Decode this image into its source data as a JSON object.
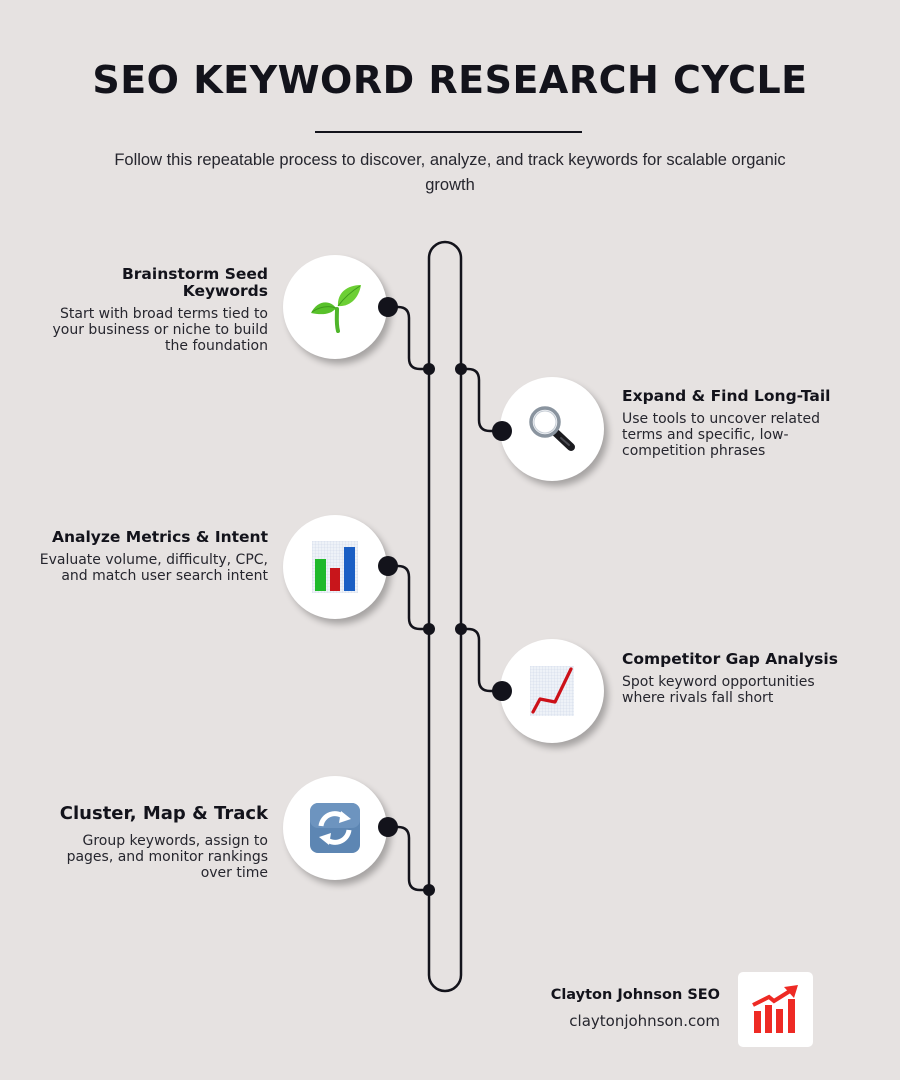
{
  "header": {
    "title": "SEO KEYWORD RESEARCH CYCLE",
    "subtitle": "Follow this repeatable process to discover, analyze, and track keywords for scalable organic growth"
  },
  "steps": [
    {
      "title": "Brainstorm Seed Keywords",
      "description": "Start with broad terms tied to your business or niche to build the foundation",
      "icon": "seedling-icon",
      "side": "left"
    },
    {
      "title": "Expand & Find Long-Tail",
      "description": "Use tools to uncover related terms and specific, low-competition phrases",
      "icon": "magnifying-glass-icon",
      "side": "right"
    },
    {
      "title": "Analyze Metrics & Intent",
      "description": "Evaluate volume, difficulty, CPC, and match user search intent",
      "icon": "bar-chart-icon",
      "side": "left"
    },
    {
      "title": "Competitor Gap Analysis",
      "description": "Spot keyword opportunities where rivals fall short",
      "icon": "trending-up-chart-icon",
      "side": "right"
    },
    {
      "title": "Cluster, Map & Track",
      "description": "Group keywords, assign to pages, and monitor rankings over time",
      "icon": "refresh-arrows-icon",
      "side": "left"
    }
  ],
  "footer": {
    "brand_name": "Clayton Johnson SEO",
    "brand_url": "claytonjohnson.com",
    "logo_icon": "growth-chart-logo-icon"
  },
  "colors": {
    "background": "#e6e2e1",
    "ink": "#13131b",
    "node_fill": "#ffffff",
    "logo_red": "#ee2a24"
  }
}
